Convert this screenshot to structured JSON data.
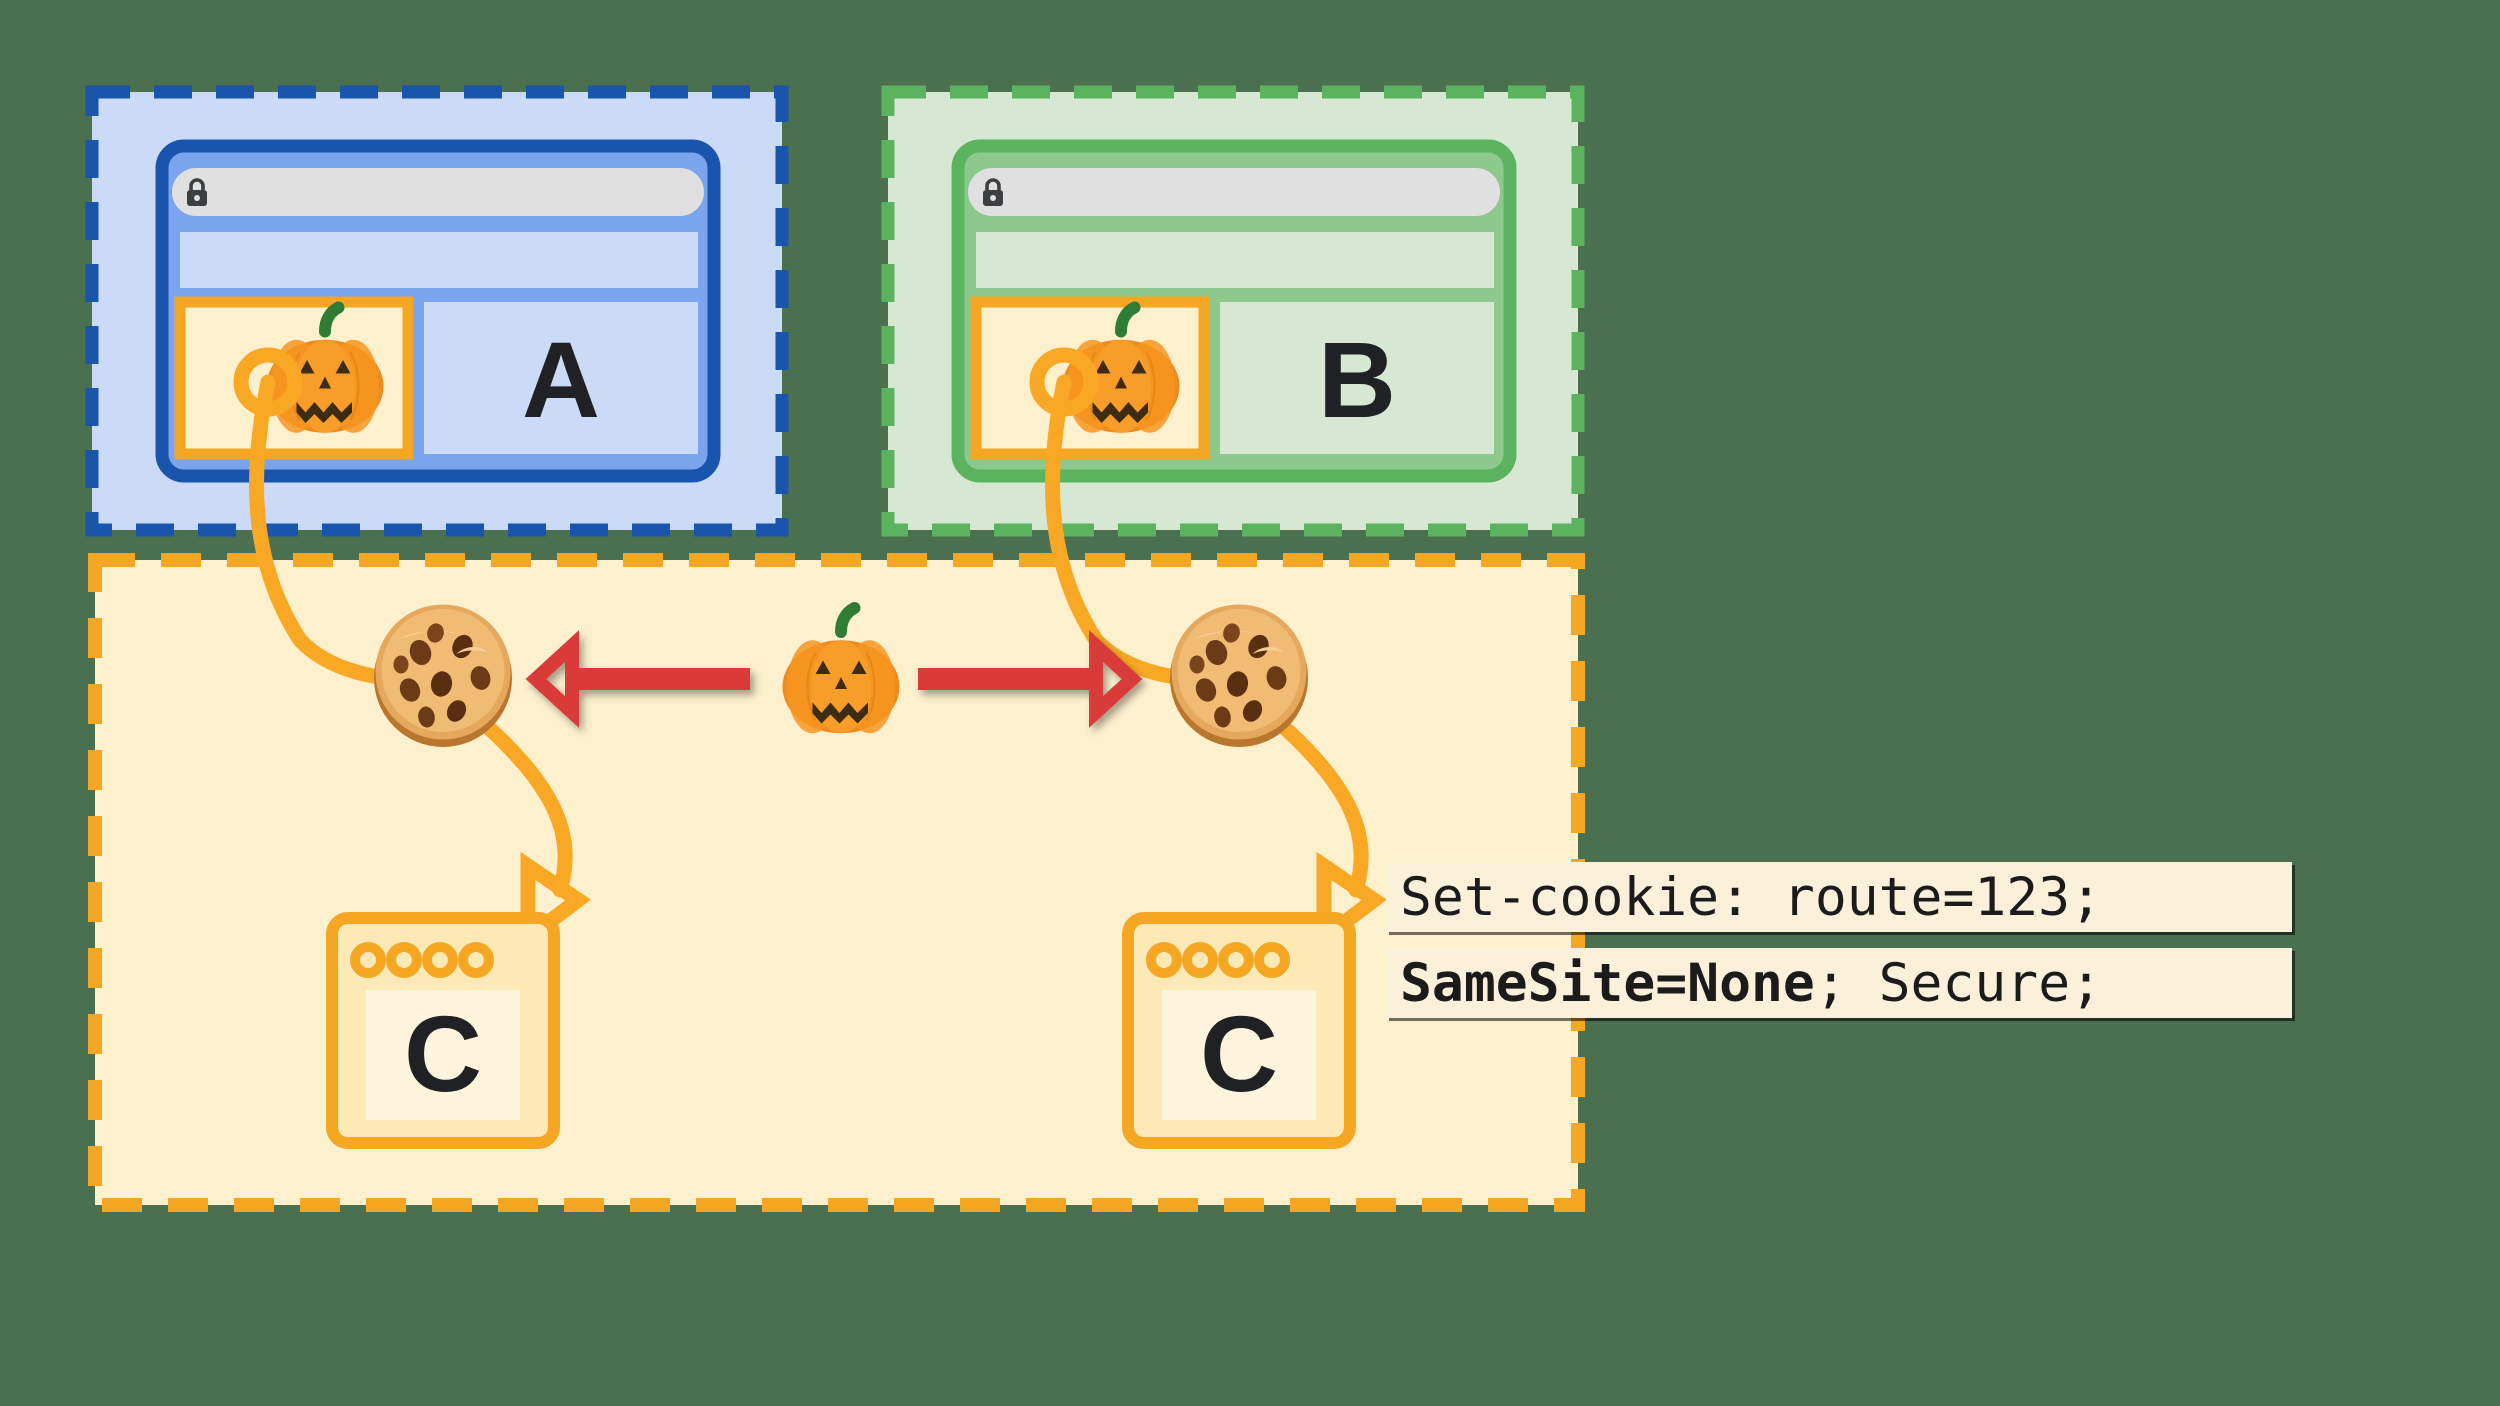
{
  "diagram": {
    "title": "SameSite=None cookie shared across sites A and B via third-party C",
    "background_color": "#4a7050"
  },
  "sites": [
    {
      "id": "site-a",
      "label": "A",
      "dashed_border_color": "#1a55ad",
      "fill_color": "#cbdaf7",
      "browser_frame_color": "#1a55ad",
      "browser_chrome_color": "#7ba4ee",
      "content_color": "#cbdaf7",
      "urlbar_color": "#e0e0e0",
      "lock_icon": "lock-icon",
      "embed_icon": "pumpkin-icon"
    },
    {
      "id": "site-b",
      "label": "B",
      "dashed_border_color": "#5cb35f",
      "fill_color": "#d6e8d2",
      "browser_frame_color": "#5cb35f",
      "browser_chrome_color": "#8dc98d",
      "content_color": "#d6e8d2",
      "urlbar_color": "#e0e0e0",
      "lock_icon": "lock-icon",
      "embed_icon": "pumpkin-icon"
    }
  ],
  "third_party": {
    "id": "third-party-c",
    "dashed_border_color": "#f5a623",
    "fill_color": "#fdf0cd",
    "servers": [
      {
        "id": "server-c-left",
        "label": "C",
        "dots": 4
      },
      {
        "id": "server-c-right",
        "label": "C",
        "dots": 4
      }
    ],
    "cookies": [
      {
        "id": "cookie-left",
        "icon": "cookie-icon"
      },
      {
        "id": "cookie-right",
        "icon": "cookie-icon"
      }
    ],
    "shared_identity": {
      "icon": "pumpkin-icon"
    },
    "share_arrow": {
      "icon": "double-arrow-icon",
      "color": "#d93b3b",
      "direction": "bidirectional"
    }
  },
  "code_callout": {
    "line1": "Set-cookie: route=123;",
    "line2_bold": "SameSite=None",
    "line2_rest": "; Secure;",
    "background_color": "#fbf0d9",
    "text_color": "#1b1b1b"
  },
  "connectors": [
    {
      "id": "connector-a-to-cookie-left",
      "from": "site-a-embed",
      "to": "cookie-left",
      "color": "#f9a825",
      "start_marker": "ring",
      "end_marker": "none"
    },
    {
      "id": "connector-cookie-left-to-server",
      "from": "cookie-left",
      "to": "server-c-left",
      "color": "#f9a825",
      "start_marker": "none",
      "end_marker": "arrow"
    },
    {
      "id": "connector-b-to-cookie-right",
      "from": "site-b-embed",
      "to": "cookie-right",
      "color": "#f9a825",
      "start_marker": "ring",
      "end_marker": "none"
    },
    {
      "id": "connector-cookie-right-to-server",
      "from": "cookie-right",
      "to": "server-c-right",
      "color": "#f9a825",
      "start_marker": "none",
      "end_marker": "arrow"
    }
  ]
}
